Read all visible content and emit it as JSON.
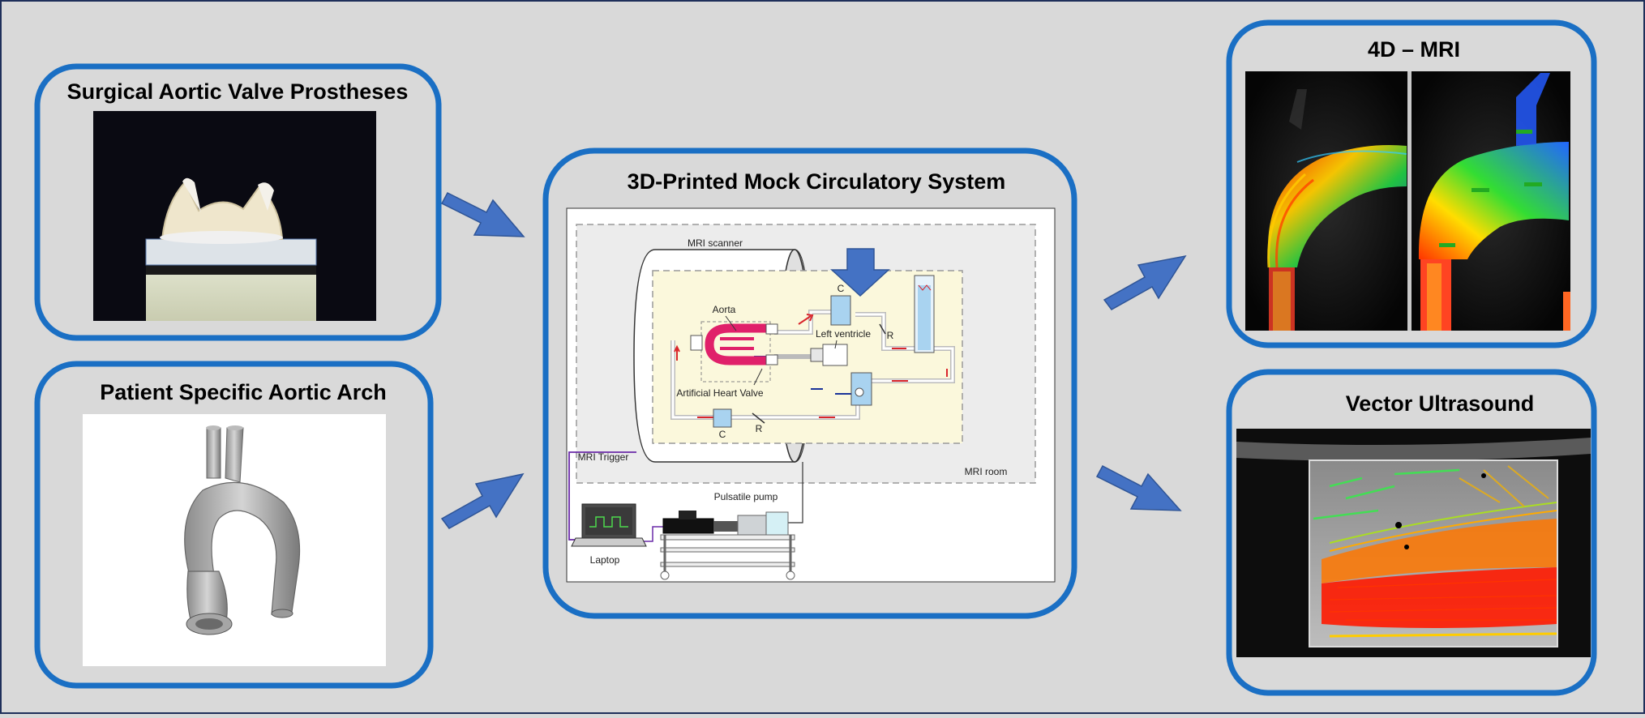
{
  "panels": {
    "valve": {
      "title": "Surgical Aortic Valve Prostheses"
    },
    "arch": {
      "title": "Patient Specific Aortic Arch"
    },
    "mock": {
      "title": "3D-Printed Mock Circulatory System"
    },
    "mri": {
      "title": "4D – MRI"
    },
    "ultrasound": {
      "title": "Vector Ultrasound"
    }
  },
  "schematic": {
    "mri_scanner": "MRI scanner",
    "aorta": "Aorta",
    "left_ventricle": "Left ventricle",
    "artificial_heart_valve": "Artificial Heart Valve",
    "mri_trigger": "MRI Trigger",
    "mri_room": "MRI room",
    "pulsatile_pump": "Pulsatile pump",
    "laptop": "Laptop",
    "compliance_top": "C",
    "compliance_bottom": "C",
    "resistance_top": "R",
    "resistance_bottom": "R"
  },
  "colors": {
    "panel_border": "#1a6fc4",
    "arrow_fill": "#4472c4",
    "background": "#d9d9d9"
  }
}
